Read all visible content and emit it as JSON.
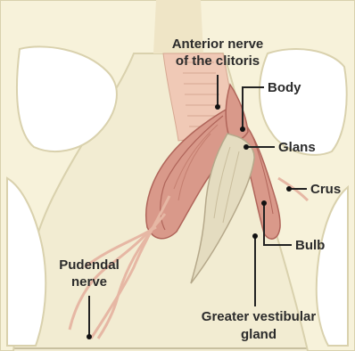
{
  "labels": {
    "anterior_nerve_line1": "Anterior nerve",
    "anterior_nerve_line2": "of the clitoris",
    "body": "Body",
    "glans": "Glans",
    "crus": "Crus",
    "bulb": "Bulb",
    "pudendal_line1": "Pudendal",
    "pudendal_line2": "nerve",
    "vestibular_line1": "Greater vestibular",
    "vestibular_line2": "gland"
  },
  "colors": {
    "background": "#f2ecd2",
    "bone": "#f7f2da",
    "bone_outline": "#d9d1ad",
    "nerve": "#e6b7a4",
    "tissue": "#d9998a",
    "tissue_dark": "#b0655a",
    "gland": "#e4dcc0",
    "leader": "#222222"
  }
}
